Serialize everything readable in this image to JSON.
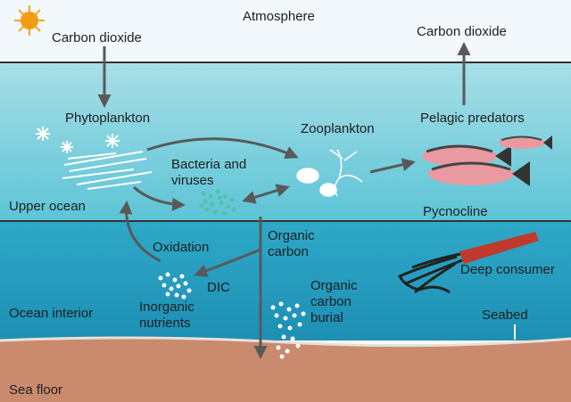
{
  "labels": {
    "atmosphere": "Atmosphere",
    "co2_in": "Carbon dioxide",
    "co2_out": "Carbon dioxide",
    "phytoplankton": "Phytoplankton",
    "zooplankton": "Zooplankton",
    "pelagic_predators": "Pelagic predators",
    "bacteria_line1": "Bacteria and",
    "bacteria_line2": "viruses",
    "upper_ocean": "Upper ocean",
    "pycnocline": "Pycnocline",
    "oxidation": "Oxidation",
    "organic_carbon_line1": "Organic",
    "organic_carbon_line2": "carbon",
    "dic": "DIC",
    "inorganic_line1": "Inorganic",
    "inorganic_line2": "nutrients",
    "burial_line1": "Organic",
    "burial_line2": "carbon",
    "burial_line3": "burial",
    "deep_consumer": "Deep consumer",
    "ocean_interior": "Ocean interior",
    "seabed": "Seabed",
    "sea_floor": "Sea floor"
  },
  "colors": {
    "sky": "#f2f8fb",
    "upper_ocean_top": "#a8dfe7",
    "upper_ocean_bottom": "#5cc4d6",
    "deep_ocean_top": "#2fa9c8",
    "deep_ocean_bottom": "#1d8fb4",
    "sediment": "#c98a6e",
    "arrow": "#595959",
    "squid": "#c0392b",
    "fish": "#e89aa0"
  }
}
